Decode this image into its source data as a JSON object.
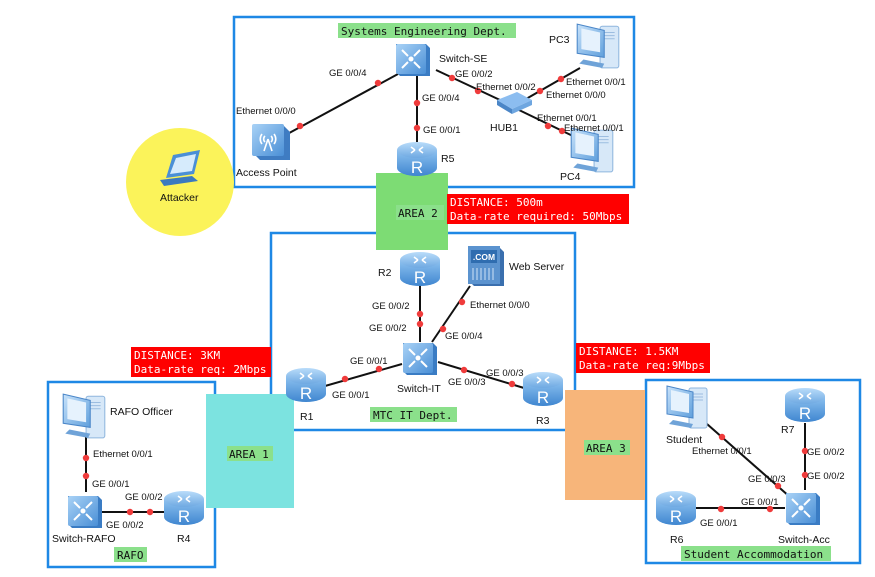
{
  "colors": {
    "zone_border": "#1e88e5",
    "zone_label_bg": "#8be08b",
    "area1": "#7ce3e0",
    "area2": "#7ddc74",
    "area3": "#f7b57a",
    "attacker": "#fbf35a",
    "annotation_bg": "#ff0000",
    "annotation_text": "#ffffff",
    "link": "#111111",
    "port_dot": "#ef3b3b"
  },
  "zones": {
    "systems_engineering": {
      "label": "Systems Engineering Dept."
    },
    "mtc_it": {
      "label": "MTC IT Dept."
    },
    "rafo": {
      "label": "RAFO"
    },
    "student_accommodation": {
      "label": "Student Accommodation"
    }
  },
  "areas": {
    "area1": {
      "label": "AREA 1"
    },
    "area2": {
      "label": "AREA 2"
    },
    "area3": {
      "label": "AREA 3"
    }
  },
  "annotations": {
    "area2": {
      "line1": "DISTANCE: 500m",
      "line2": "Data-rate required: 50Mbps"
    },
    "area1": {
      "line1": "DISTANCE: 3KM",
      "line2": "Data-rate req: 2Mbps"
    },
    "area3": {
      "line1": "DISTANCE: 1.5KM",
      "line2": "Data-rate req:9Mbps"
    }
  },
  "devices": {
    "switch_se": {
      "label": "Switch-SE",
      "type": "switch"
    },
    "pc3": {
      "label": "PC3",
      "type": "pc"
    },
    "pc4": {
      "label": "PC4",
      "type": "pc"
    },
    "hub1": {
      "label": "HUB1",
      "type": "hub"
    },
    "access_point": {
      "label": "Access Point",
      "type": "access-point"
    },
    "r5": {
      "label": "R5",
      "type": "router"
    },
    "attacker": {
      "label": "Attacker",
      "type": "laptop"
    },
    "r2": {
      "label": "R2",
      "type": "router"
    },
    "web_server": {
      "label": "Web Server",
      "type": "server"
    },
    "switch_it": {
      "label": "Switch-IT",
      "type": "switch"
    },
    "r1": {
      "label": "R1",
      "type": "router"
    },
    "r3": {
      "label": "R3",
      "type": "router"
    },
    "rafo_officer": {
      "label": "RAFO Officer",
      "type": "pc"
    },
    "switch_rafo": {
      "label": "Switch-RAFO",
      "type": "switch"
    },
    "r4": {
      "label": "R4",
      "type": "router"
    },
    "student": {
      "label": "Student",
      "type": "pc"
    },
    "r7": {
      "label": "R7",
      "type": "router"
    },
    "r6": {
      "label": "R6",
      "type": "router"
    },
    "switch_acc": {
      "label": "Switch-Acc",
      "type": "switch"
    }
  },
  "ports": {
    "se_ap_sw": "GE 0/0/4",
    "se_ap_ap": "Ethernet 0/0/0",
    "se_r5_sw": "GE 0/0/4",
    "se_r5_r5": "GE 0/0/1",
    "se_hub_sw": "GE 0/0/2",
    "se_hub_hub": "Ethernet 0/0/2",
    "hub_pc3_hub": "Ethernet 0/0/0",
    "hub_pc3_pc": "Ethernet 0/0/1",
    "hub_pc4_hub": "Ethernet 0/0/1",
    "hub_pc4_pc": "Ethernet 0/0/1",
    "it_r2_r2": "GE 0/0/2",
    "it_r2_sw": "GE 0/0/2",
    "it_web_web": "Ethernet 0/0/0",
    "it_web_sw": "GE 0/0/4",
    "it_r1_sw": "GE 0/0/1",
    "it_r1_r1": "GE 0/0/1",
    "it_r3_sw": "GE 0/0/3",
    "it_r3_r3": "GE 0/0/3",
    "rafo_pc": "Ethernet 0/0/1",
    "rafo_sw_up": "GE 0/0/1",
    "rafo_r4_r4": "GE 0/0/2",
    "rafo_r4_sw": "GE 0/0/2",
    "acc_student_pc": "Ethernet 0/0/1",
    "acc_student_sw": "GE 0/0/3",
    "acc_r7_r7": "GE 0/0/2",
    "acc_r7_sw": "GE 0/0/2",
    "acc_r6_sw": "GE 0/0/1",
    "acc_r6_r6": "GE 0/0/1"
  }
}
